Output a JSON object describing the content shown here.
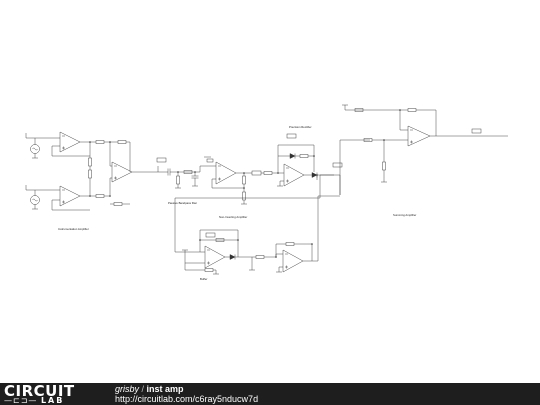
{
  "schematic": {
    "stage_labels": {
      "instrumentation_amplifier": "Instrumentation Amplifier",
      "bandpass_filter": "Passive Bandpass filter",
      "non_inverting_amplifier": "Non-Inverting Amplifier",
      "precision_rectifier": "Precision Rectifier",
      "buffer": "Buffer",
      "summing_amplifier": "Summing Amplifier"
    }
  },
  "footer": {
    "logo_top": "CIRCUIT",
    "logo_bottom": "LAB",
    "author": "grisby",
    "separator": " / ",
    "title": "inst amp",
    "url": "http://circuitlab.com/c6ray5nducw7d"
  }
}
